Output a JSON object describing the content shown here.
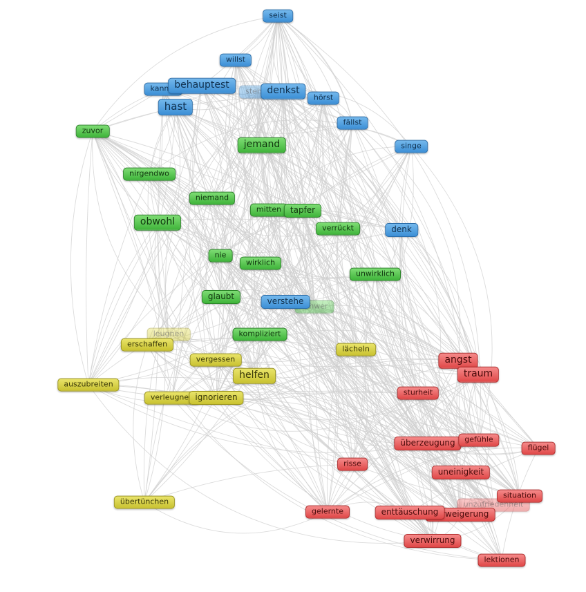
{
  "nodes": [
    {
      "id": "seist",
      "label": "seist",
      "group": "blue"
    },
    {
      "id": "willst",
      "label": "willst",
      "group": "blue"
    },
    {
      "id": "kannst",
      "label": "kannst",
      "group": "blue"
    },
    {
      "id": "behauptest",
      "label": "behauptest",
      "group": "blue"
    },
    {
      "id": "stehst",
      "label": "stehst",
      "group": "blue",
      "faded": true
    },
    {
      "id": "denkst",
      "label": "denkst",
      "group": "blue"
    },
    {
      "id": "hoerst",
      "label": "hörst",
      "group": "blue"
    },
    {
      "id": "hast",
      "label": "hast",
      "group": "blue"
    },
    {
      "id": "faellst",
      "label": "fällst",
      "group": "blue"
    },
    {
      "id": "singe",
      "label": "singe",
      "group": "blue"
    },
    {
      "id": "denk",
      "label": "denk",
      "group": "blue"
    },
    {
      "id": "verstehe",
      "label": "verstehe",
      "group": "blue"
    },
    {
      "id": "zuvor",
      "label": "zuvor",
      "group": "green"
    },
    {
      "id": "jemand",
      "label": "jemand",
      "group": "green"
    },
    {
      "id": "nirgendwo",
      "label": "nirgendwo",
      "group": "green"
    },
    {
      "id": "niemand",
      "label": "niemand",
      "group": "green"
    },
    {
      "id": "mitten",
      "label": "mitten",
      "group": "green"
    },
    {
      "id": "tapfer",
      "label": "tapfer",
      "group": "green"
    },
    {
      "id": "obwohl",
      "label": "obwohl",
      "group": "green"
    },
    {
      "id": "verrueckt",
      "label": "verrückt",
      "group": "green"
    },
    {
      "id": "nie",
      "label": "nie",
      "group": "green"
    },
    {
      "id": "wirklich",
      "label": "wirklich",
      "group": "green"
    },
    {
      "id": "unwirklich",
      "label": "unwirklich",
      "group": "green"
    },
    {
      "id": "glaubt",
      "label": "glaubt",
      "group": "green"
    },
    {
      "id": "schwer",
      "label": "schwer",
      "group": "green",
      "faded": true
    },
    {
      "id": "kompliziert",
      "label": "kompliziert",
      "group": "green"
    },
    {
      "id": "leugnen",
      "label": "leugnen",
      "group": "yellow",
      "faded": true
    },
    {
      "id": "erschaffen",
      "label": "erschaffen",
      "group": "yellow"
    },
    {
      "id": "laecheln",
      "label": "lächeln",
      "group": "yellow"
    },
    {
      "id": "vergessen",
      "label": "vergessen",
      "group": "yellow"
    },
    {
      "id": "helfen",
      "label": "helfen",
      "group": "yellow"
    },
    {
      "id": "auszubreiten",
      "label": "auszubreiten",
      "group": "yellow"
    },
    {
      "id": "verleugnen",
      "label": "verleugnen",
      "group": "yellow"
    },
    {
      "id": "ignorieren",
      "label": "ignorieren",
      "group": "yellow"
    },
    {
      "id": "uebertuenchen",
      "label": "übertünchen",
      "group": "yellow"
    },
    {
      "id": "angst",
      "label": "angst",
      "group": "red"
    },
    {
      "id": "traum",
      "label": "traum",
      "group": "red"
    },
    {
      "id": "sturheit",
      "label": "sturheit",
      "group": "red"
    },
    {
      "id": "ueberzeugung",
      "label": "überzeugung",
      "group": "red"
    },
    {
      "id": "gefuehle",
      "label": "gefühle",
      "group": "red"
    },
    {
      "id": "fluegel",
      "label": "flügel",
      "group": "red"
    },
    {
      "id": "risse",
      "label": "risse",
      "group": "red"
    },
    {
      "id": "uneinigkeit",
      "label": "uneinigkeit",
      "group": "red"
    },
    {
      "id": "situation",
      "label": "situation",
      "group": "red"
    },
    {
      "id": "unzufriedenheit",
      "label": "unzufriedenheit",
      "group": "red",
      "faded": true
    },
    {
      "id": "gelernte",
      "label": "gelernte",
      "group": "red"
    },
    {
      "id": "enttaeuschung",
      "label": "enttäuschung",
      "group": "red"
    },
    {
      "id": "verweigerung",
      "label": "verweigerung",
      "group": "red"
    },
    {
      "id": "verwirrung",
      "label": "verwirrung",
      "group": "red"
    },
    {
      "id": "lektionen",
      "label": "lektionen",
      "group": "red"
    }
  ]
}
